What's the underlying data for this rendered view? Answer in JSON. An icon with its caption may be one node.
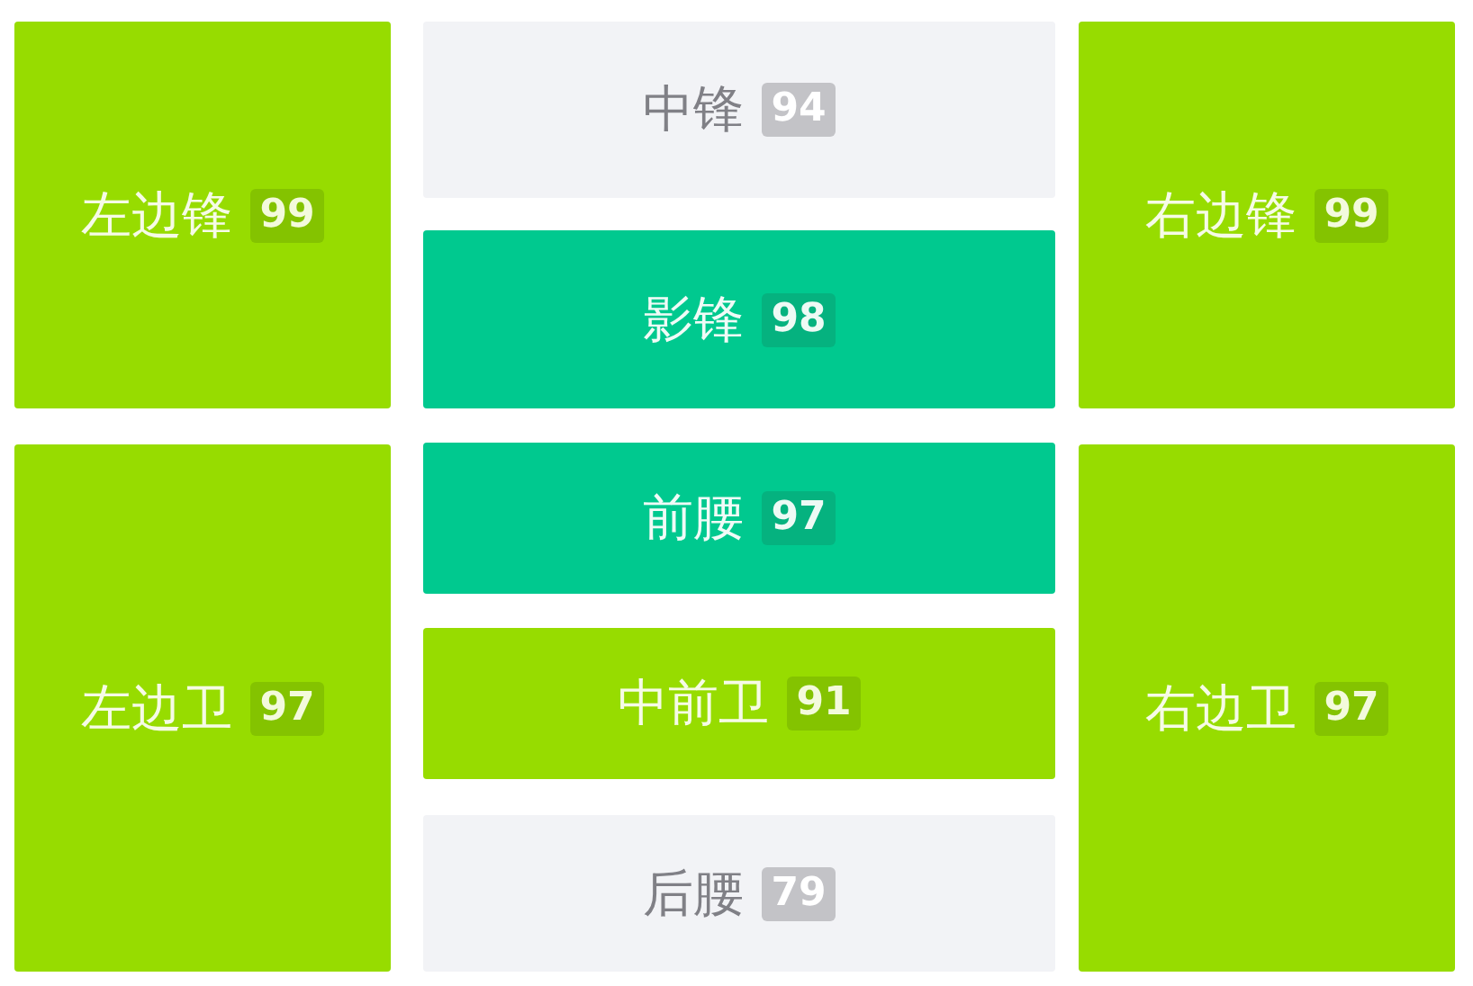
{
  "diagram": {
    "nodes": [
      {
        "text": [
          "左边锋",
          "99"
        ]
      },
      {
        "text": [
          "中锋",
          "94"
        ]
      },
      {
        "text": [
          "右边锋",
          "99"
        ]
      },
      {
        "text": [
          "影锋",
          "98"
        ]
      },
      {
        "text": [
          "左边卫",
          "97"
        ]
      },
      {
        "text": [
          "前腰",
          "97"
        ]
      },
      {
        "text": [
          "右边卫",
          "97"
        ]
      },
      {
        "text": [
          "中前卫",
          "91"
        ]
      },
      {
        "text": [
          "后腰",
          "79"
        ]
      }
    ]
  }
}
